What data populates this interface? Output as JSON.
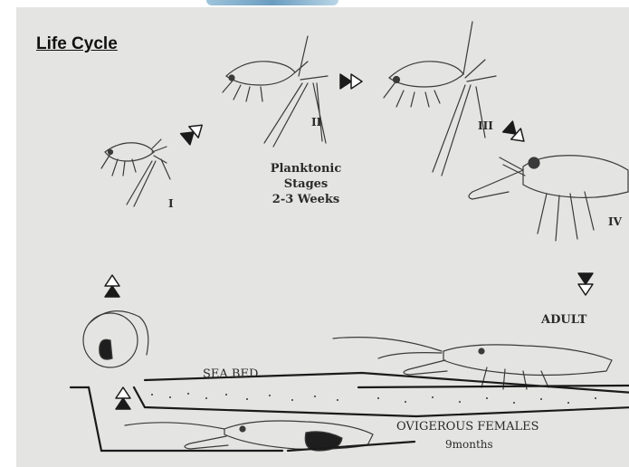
{
  "title": "Life Cycle",
  "stages": [
    {
      "id": "I",
      "label": "I"
    },
    {
      "id": "II",
      "label": "II"
    },
    {
      "id": "III",
      "label": "III"
    },
    {
      "id": "IV",
      "label": "IV"
    }
  ],
  "planktonic": {
    "line1": "Planktonic",
    "line2": "Stages",
    "line3": "2-3 Weeks"
  },
  "adult_label": "ADULT",
  "seabed_label": "SEA BED",
  "females": {
    "line1": "OVIGEROUS FEMALES",
    "line2": "9months"
  }
}
